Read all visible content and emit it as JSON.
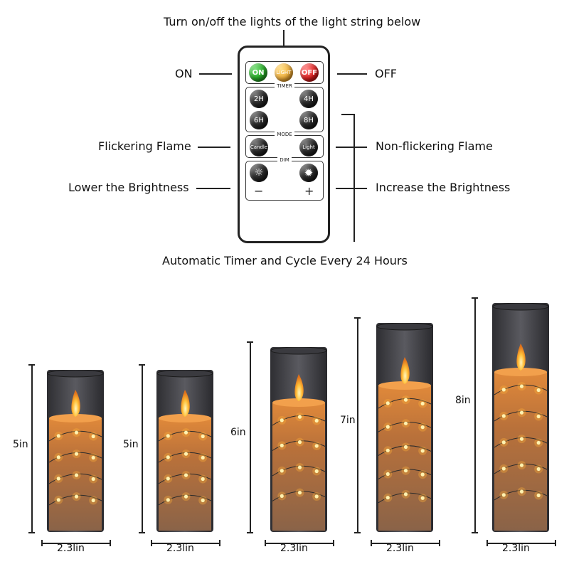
{
  "remote": {
    "heading": "Turn on/off the lights of the light string below",
    "footer": "Automatic Timer and Cycle Every 24 Hours",
    "callouts": {
      "on": "ON",
      "off": "OFF",
      "flicker": "Flickering Flame",
      "non_flicker": "Non-flickering Flame",
      "lower": "Lower the Brightness",
      "increase": "Increase the Brightness"
    },
    "buttons": {
      "on": "ON",
      "light": "LIGHT",
      "off": "OFF",
      "t2": "2H",
      "t4": "4H",
      "t6": "6H",
      "t8": "8H",
      "candle": "Candle",
      "light_mode": "Light",
      "minus": "−",
      "plus": "+"
    },
    "groups": {
      "timer": "TIMER",
      "mode": "MODE",
      "dim": "DIM"
    },
    "colors": {
      "on": "#2bb02b",
      "light": "#f3b03b",
      "off": "#e11f1f"
    }
  },
  "candles": [
    {
      "height_label": "5in",
      "width_label": "2.3lin"
    },
    {
      "height_label": "5in",
      "width_label": "2.3lin"
    },
    {
      "height_label": "6in",
      "width_label": "2.3lin"
    },
    {
      "height_label": "7in",
      "width_label": "2.3lin"
    },
    {
      "height_label": "8in",
      "width_label": "2.3lin"
    }
  ]
}
